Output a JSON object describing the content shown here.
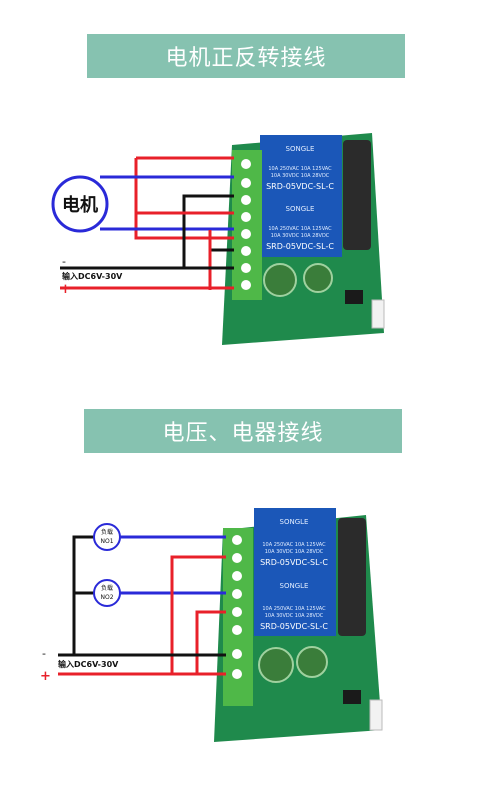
{
  "sections": [
    {
      "title": "电机正反转接线",
      "load_label": "电机",
      "input_label": "输入DC6V-30V",
      "minus": "-",
      "plus": "+"
    },
    {
      "title": "电压、电器接线",
      "load1_label": "负载",
      "load1_sub": "NO1",
      "load2_label": "负载",
      "load2_sub": "NO2",
      "input_label": "输入DC6V-30V",
      "minus": "-",
      "plus": "+"
    }
  ],
  "relay": {
    "brand": "SONGLE",
    "rating1": "10A 250VAC  10A 125VAC",
    "rating2": "10A  30VDC  10A  28VDC",
    "model": "SRD-05VDC-SL-C"
  },
  "colors": {
    "banner": "#86c2b0",
    "pcb": "#1f8a4c",
    "terminal": "#4fb848",
    "relay": "#1b57b8",
    "wire_red": "#e8202a",
    "wire_blue": "#2a2ad8",
    "wire_black": "#111111"
  }
}
